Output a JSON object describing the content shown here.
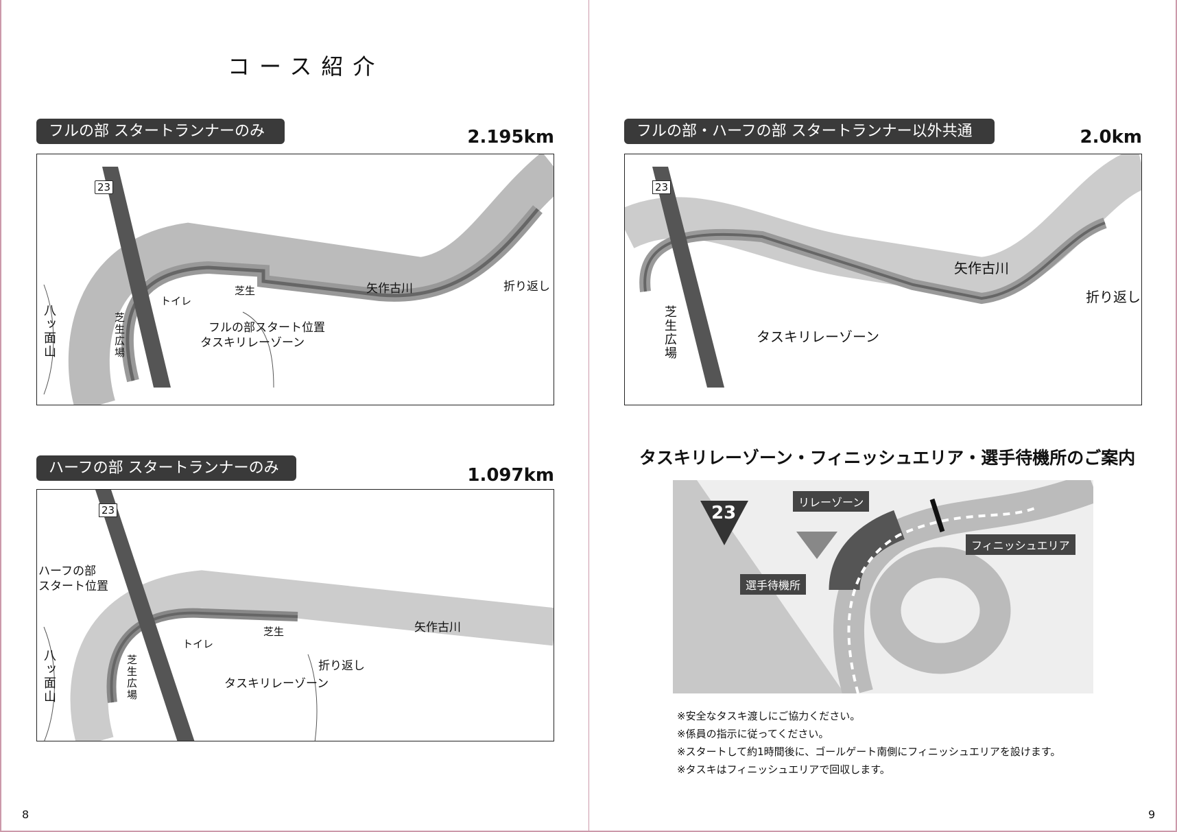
{
  "left_page": {
    "title": "コース紹介",
    "page_number": "8",
    "course1": {
      "label": "フルの部 スタートランナーのみ",
      "distance": "2.195km",
      "map": {
        "route_number": "23",
        "mountain": "八ッ面山",
        "plaza": "芝生広場",
        "toilet": "トイレ",
        "lawn": "芝生",
        "river": "矢作古川",
        "turnaround": "折り返し",
        "start": "フルの部スタート位置",
        "relay_zone": "タスキリレーゾーン"
      }
    },
    "course2": {
      "label": "ハーフの部 スタートランナーのみ",
      "distance": "1.097km",
      "map": {
        "route_number": "23",
        "start_line1": "ハーフの部",
        "start_line2": "スタート位置",
        "mountain": "八ッ面山",
        "plaza": "芝生広場",
        "toilet": "トイレ",
        "lawn": "芝生",
        "river": "矢作古川",
        "turnaround": "折り返し",
        "relay_zone": "タスキリレーゾーン"
      }
    }
  },
  "right_page": {
    "page_number": "9",
    "course3": {
      "label": "フルの部・ハーフの部 スタートランナー以外共通",
      "distance": "2.0km",
      "map": {
        "route_number": "23",
        "plaza": "芝生広場",
        "river": "矢作古川",
        "turnaround": "折り返し",
        "relay_zone": "タスキリレーゾーン"
      }
    },
    "guide": {
      "heading": "タスキリレーゾーン・フィニッシュエリア・選手待機所のご案内",
      "map": {
        "route_number": "23",
        "relay_zone": "リレーゾーン",
        "finish_area": "フィニッシュエリア",
        "waiting_area": "選手待機所"
      },
      "notes": [
        "※安全なタスキ渡しにご協力ください。",
        "※係員の指示に従ってください。",
        "※スタートして約1時間後に、ゴールゲート南側にフィニッシュエリアを設けます。",
        "※タスキはフィニッシュエリアで回収します。"
      ]
    }
  }
}
